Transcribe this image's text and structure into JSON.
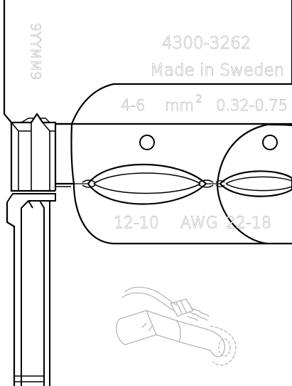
{
  "drawing": {
    "part_number": "4300-3262",
    "origin": "Made in Sweden",
    "date_code": "9YYMM9",
    "size_mm2_range": "4-6",
    "unit_mm2": "mm",
    "unit_superscript": "2",
    "size_alt_range": "0.32-0.75",
    "awg_range_left": "12-10",
    "awg_unit": "AWG",
    "awg_range_right": "22-18"
  },
  "colors": {
    "outline": "#000000",
    "engraving": "#9a9a9a",
    "background": "#ffffff"
  },
  "icons": {
    "crimp_profile": "oval-crimp-die",
    "usage_illustration": "terminal-crimp-sketch"
  }
}
